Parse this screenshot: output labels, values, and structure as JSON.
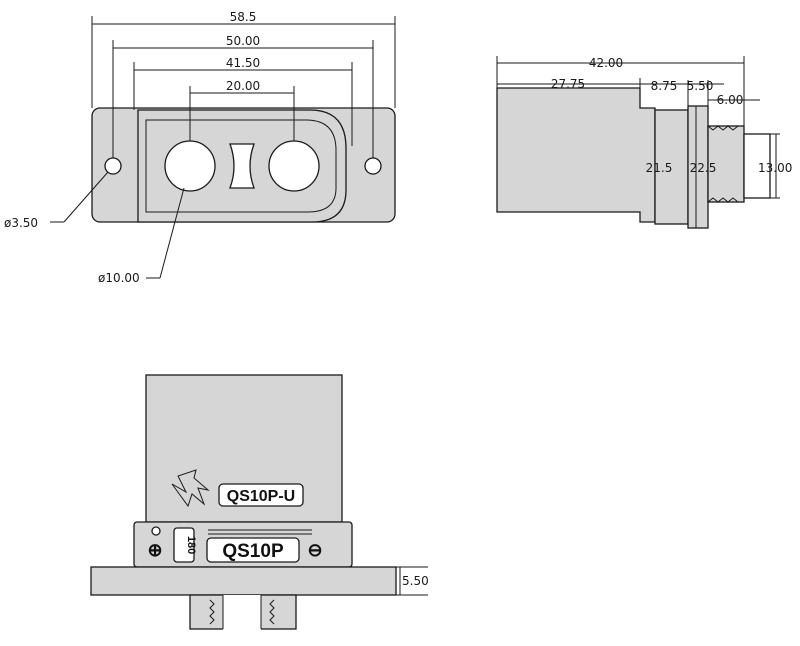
{
  "drawing": {
    "part": "QS10P",
    "front_view": {
      "overall_width": "58.5",
      "hole_pitch": "50.00",
      "cavity_width": "41.50",
      "pin_pitch": "20.00",
      "mount_hole_dia": "ø3.50",
      "pin_dia": "ø10.00"
    },
    "side_view": {
      "overall_length": "42.00",
      "body_length": "27.75",
      "step_length": "8.75",
      "flange_length": "5.50",
      "thread_length": "6.00",
      "body_height": "21.5",
      "flange_height": "22.5",
      "thread_dia": "13.00"
    },
    "bottom_view": {
      "plug_marking": "QS10P-U",
      "socket_marking": "QS10P",
      "rating_marking": "180",
      "flange_thickness": "5.50",
      "plus_symbol": "⊕",
      "minus_symbol": "⊖"
    }
  }
}
